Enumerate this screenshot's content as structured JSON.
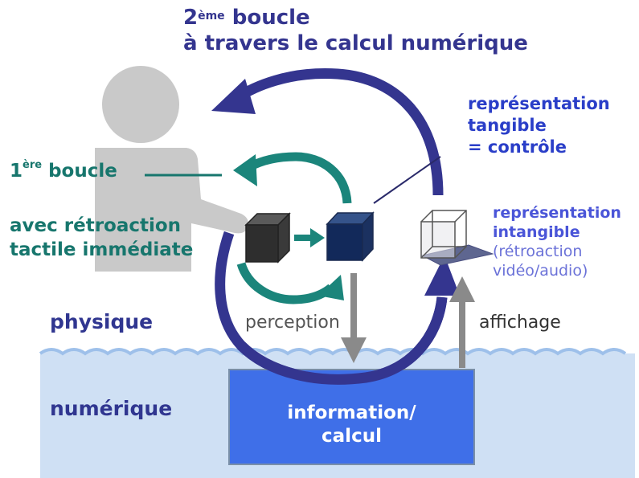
{
  "colors": {
    "title_loop": "#34358f",
    "teal_loop": "#1b857b",
    "tangible": "#2a3ec8",
    "intangible": "#4a55d8",
    "water": "#cfe0f4",
    "info_box": "#3f6fe8",
    "arrow_gray": "#8a8a8a"
  },
  "title": {
    "line1_main": "2",
    "line1_sup": "ème",
    "line1_rest": " boucle",
    "line2": "à travers le calcul numérique"
  },
  "first_loop": {
    "main": "1",
    "sup": "ère",
    "rest": " boucle"
  },
  "tactile": {
    "line1": "avec rétroaction",
    "line2": "tactile immédiate"
  },
  "tangible": {
    "line1": "représentation",
    "line2": "tangible",
    "line3": "= contrôle"
  },
  "intangible": {
    "line1": "représentation",
    "line2": "intangible",
    "line3": "(rétroaction",
    "line4": "vidéo/audio)"
  },
  "physique": "physique",
  "perception": "perception",
  "affichage": "affichage",
  "numerique": "numérique",
  "info_box": {
    "line1": "information/",
    "line2": "calcul"
  }
}
